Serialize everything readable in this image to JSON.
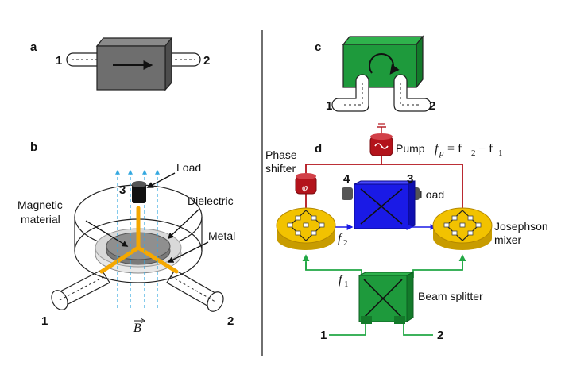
{
  "panels": {
    "a": {
      "letter": "a",
      "port1": "1",
      "port2": "2"
    },
    "b": {
      "letter": "b",
      "load": "Load",
      "port3": "3",
      "magnetic_line1": "Magnetic",
      "magnetic_line2": "material",
      "dielectric": "Dielectric",
      "metal": "Metal",
      "port1": "1",
      "port2": "2",
      "field": "B"
    },
    "c": {
      "letter": "c",
      "port1": "1",
      "port2": "2"
    },
    "d": {
      "letter": "d",
      "pump": "Pump",
      "pump_eq_fp": "f",
      "pump_eq_p": "p",
      "pump_eq_rest": "= f",
      "pump_eq_2": "2",
      "pump_eq_minus": "− f",
      "pump_eq_1": "1",
      "phase_line1": "Phase",
      "phase_line2": "shifter",
      "phi": "φ",
      "port4": "4",
      "port3": "3",
      "load": "Load",
      "josephson_line1": "Josephson",
      "josephson_line2": "mixer",
      "f2": "f",
      "f2_sub": "2",
      "f1": "f",
      "f1_sub": "1",
      "beam_splitter": "Beam splitter",
      "port1": "1",
      "port2": "2"
    }
  },
  "colors": {
    "gray_block": "#6e6e6e",
    "green_block": "#1e9a3c",
    "pump_red": "#b3131b",
    "hybrid_blue": "#1a1ae6",
    "mixer_gold": "#f2c200",
    "green_line": "#22a845",
    "blue_arrow": "#1a1ae6",
    "field_lines": "#33a8e0",
    "metal_orange": "#f5a800"
  }
}
